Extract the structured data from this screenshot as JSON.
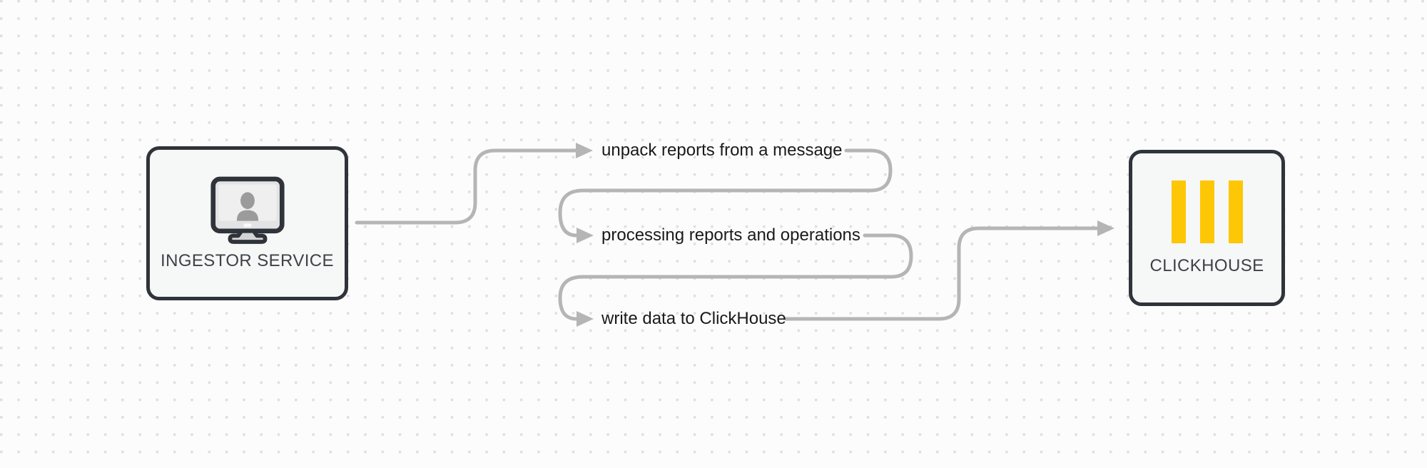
{
  "colors": {
    "canvas_bg": "#fcfcfd",
    "dot": "#dfdfe1",
    "connector": "#b5b5b5",
    "node_border": "#2f343a",
    "node_fill": "#f6f7f7",
    "node_label_text": "#3e4347",
    "step_label_text": "#1a1a1a",
    "clickhouse_yellow": "#fdc705"
  },
  "nodes": [
    {
      "id": "ingestor-service",
      "label": "INGESTOR SERVICE",
      "icon": "monitor-user-icon"
    },
    {
      "id": "clickhouse",
      "label": "CLICKHOUSE",
      "icon": "clickhouse-bars-icon"
    }
  ],
  "steps": [
    {
      "order": 1,
      "label": "unpack reports from a message"
    },
    {
      "order": 2,
      "label": "processing reports and operations"
    },
    {
      "order": 3,
      "label": "write data to ClickHouse"
    }
  ],
  "flow": {
    "from": "INGESTOR SERVICE",
    "to": "CLICKHOUSE"
  }
}
